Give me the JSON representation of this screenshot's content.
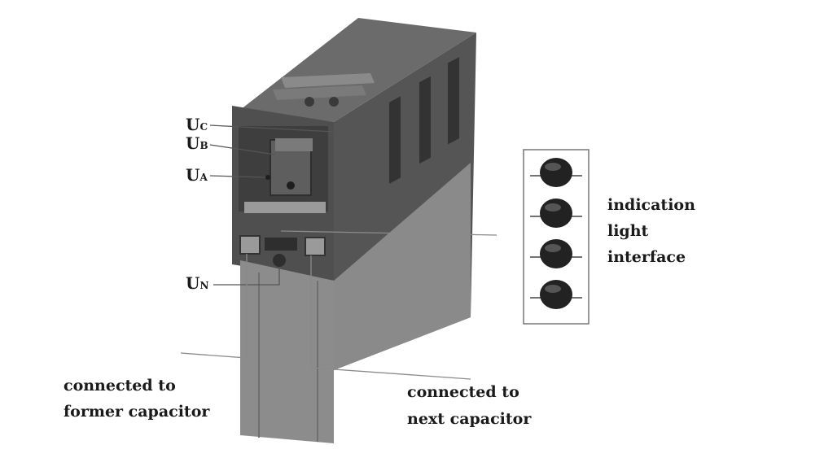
{
  "diagram": {
    "terminals": [
      {
        "main": "U",
        "sub": "C"
      },
      {
        "main": "U",
        "sub": "B"
      },
      {
        "main": "U",
        "sub": "A"
      },
      {
        "main": "U",
        "sub": "N"
      }
    ],
    "indication_label": [
      "indication",
      "light",
      "interface"
    ],
    "former_label": [
      "connected to",
      "former capacitor"
    ],
    "next_label": [
      "connected to",
      "next capacitor"
    ],
    "indicator_count": 4,
    "colors": {
      "body": "#5a5a5a",
      "top": "#6e6e6e",
      "side": "#4a4a4a",
      "front_lower": "#8a8a8a",
      "indicator": "#222222"
    }
  }
}
